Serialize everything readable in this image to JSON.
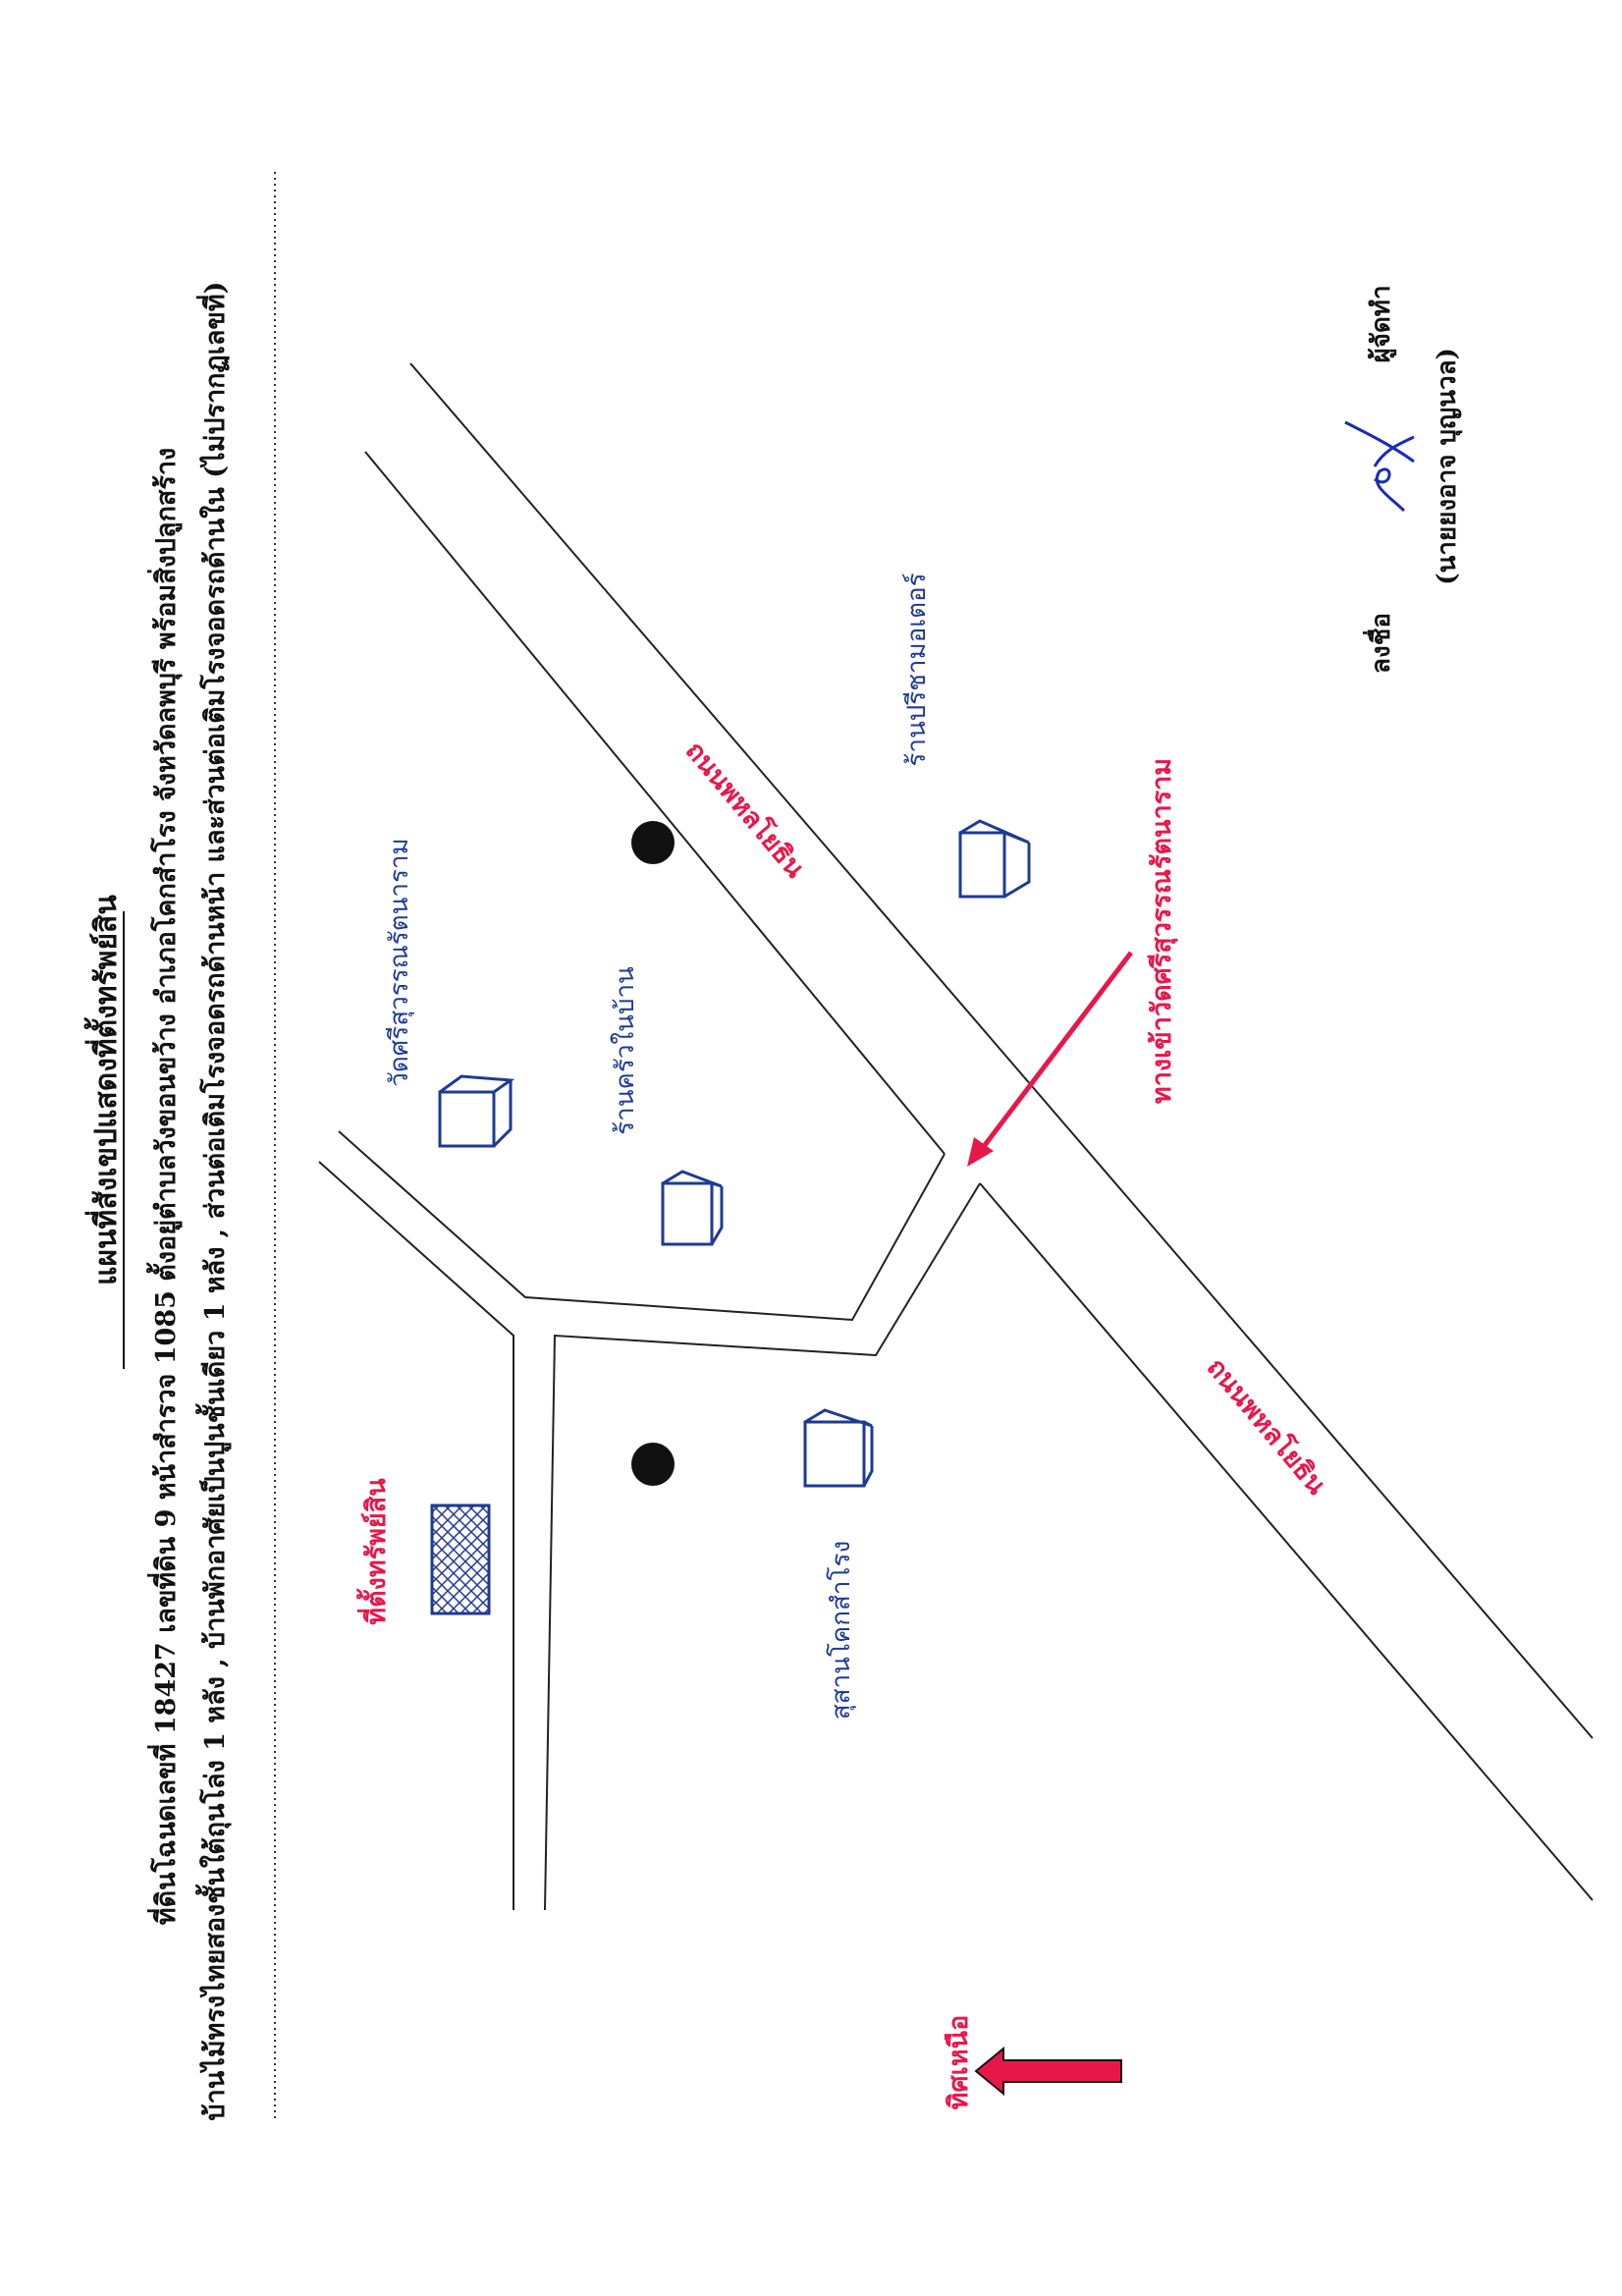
{
  "header": {
    "title": "แผนที่สังเขปแสดงที่ตั้งทรัพย์สิน",
    "line1": "ที่ดินโฉนดเลขที่ 18427 เลขที่ดิน 9 หน้าสำรวจ 1085 ตั้งอยู่ตำบลวังขอนขว้าง อำเภอโคกสำโรง จังหวัดลพบุรี พร้อมสิ่งปลูกสร้าง",
    "line2": "บ้านไม้ทรงไทยสองชั้นใต้ถุนโล่ง 1 หลัง , บ้านพักอาศัยเป็นปูนชั้นเดียว 1 หลัง , ส่วนต่อเติมโรงจอดรถด้านหน้า และส่วนต่อเติมโรงจอดรถด้านใน (ไม่ปรากฏเลขที่)"
  },
  "roads": {
    "highway_upper": "ถนนพหลโยธิน",
    "highway_lower": "ถนนพหลโยธิน"
  },
  "landmarks": {
    "temple": "วัดศรีสุวรรณรัตนาราม",
    "shop_home": "ร้านครัวในบ้าน",
    "shop_motor": "ร้านปรีชามอเตอร์",
    "office": "สุสานโคกสำโรง"
  },
  "annotations": {
    "property_location": "ที่ตั้งทรัพย์สิน",
    "temple_entrance": "ทางเข้าวัดศรีสุวรรณรัตนาราม",
    "north": "ทิศเหนือ"
  },
  "signature": {
    "sign_label": "ลงชื่อ",
    "name": "(นายยงอาจ บุญนวล)",
    "role": "ผู้จัดทำ"
  },
  "colors": {
    "road_line": "#222222",
    "building": "#1f3a93",
    "label_blue": "#1f3a93",
    "label_red": "#e8174a",
    "north_arrow": "#e8174a"
  }
}
